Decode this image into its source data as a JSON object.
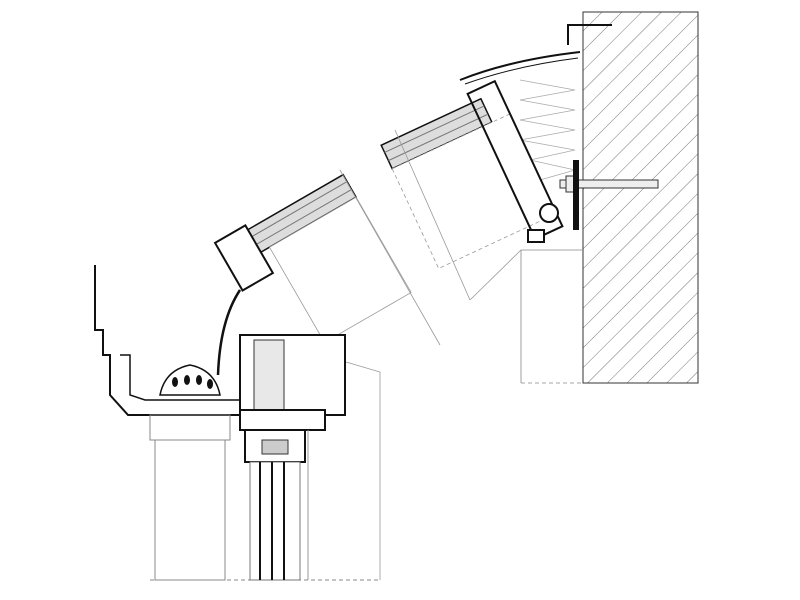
{
  "colors": {
    "line": "#1a1a1a",
    "thin": "#8a8a8a",
    "fill_light": "#f2f2f2",
    "fill_mid": "#d8d8d8",
    "background": "#ffffff"
  },
  "icons": [
    "wall-hatch",
    "drain-pipe",
    "insulation-zigzag"
  ]
}
